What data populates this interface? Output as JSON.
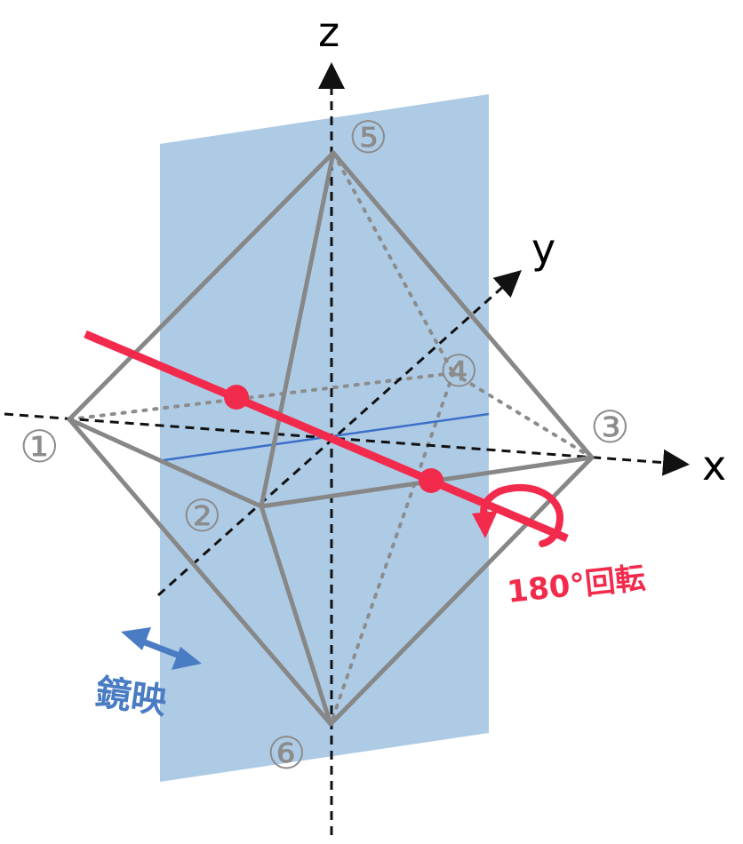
{
  "axes": {
    "x": "x",
    "y": "y",
    "z": "z"
  },
  "vertices": [
    {
      "id": "v1",
      "label": "①"
    },
    {
      "id": "v2",
      "label": "②"
    },
    {
      "id": "v3",
      "label": "③"
    },
    {
      "id": "v4",
      "label": "④"
    },
    {
      "id": "v5",
      "label": "⑤"
    },
    {
      "id": "v6",
      "label": "⑥"
    }
  ],
  "rotation": {
    "label": "180°回転",
    "color": "#f22a4c"
  },
  "mirror": {
    "label": "鏡映",
    "color": "#4a7cc4"
  },
  "colors": {
    "plane": "#aecbe6",
    "edge": "#878787",
    "axis": "#111111",
    "plane_line": "#3c6fc8"
  }
}
